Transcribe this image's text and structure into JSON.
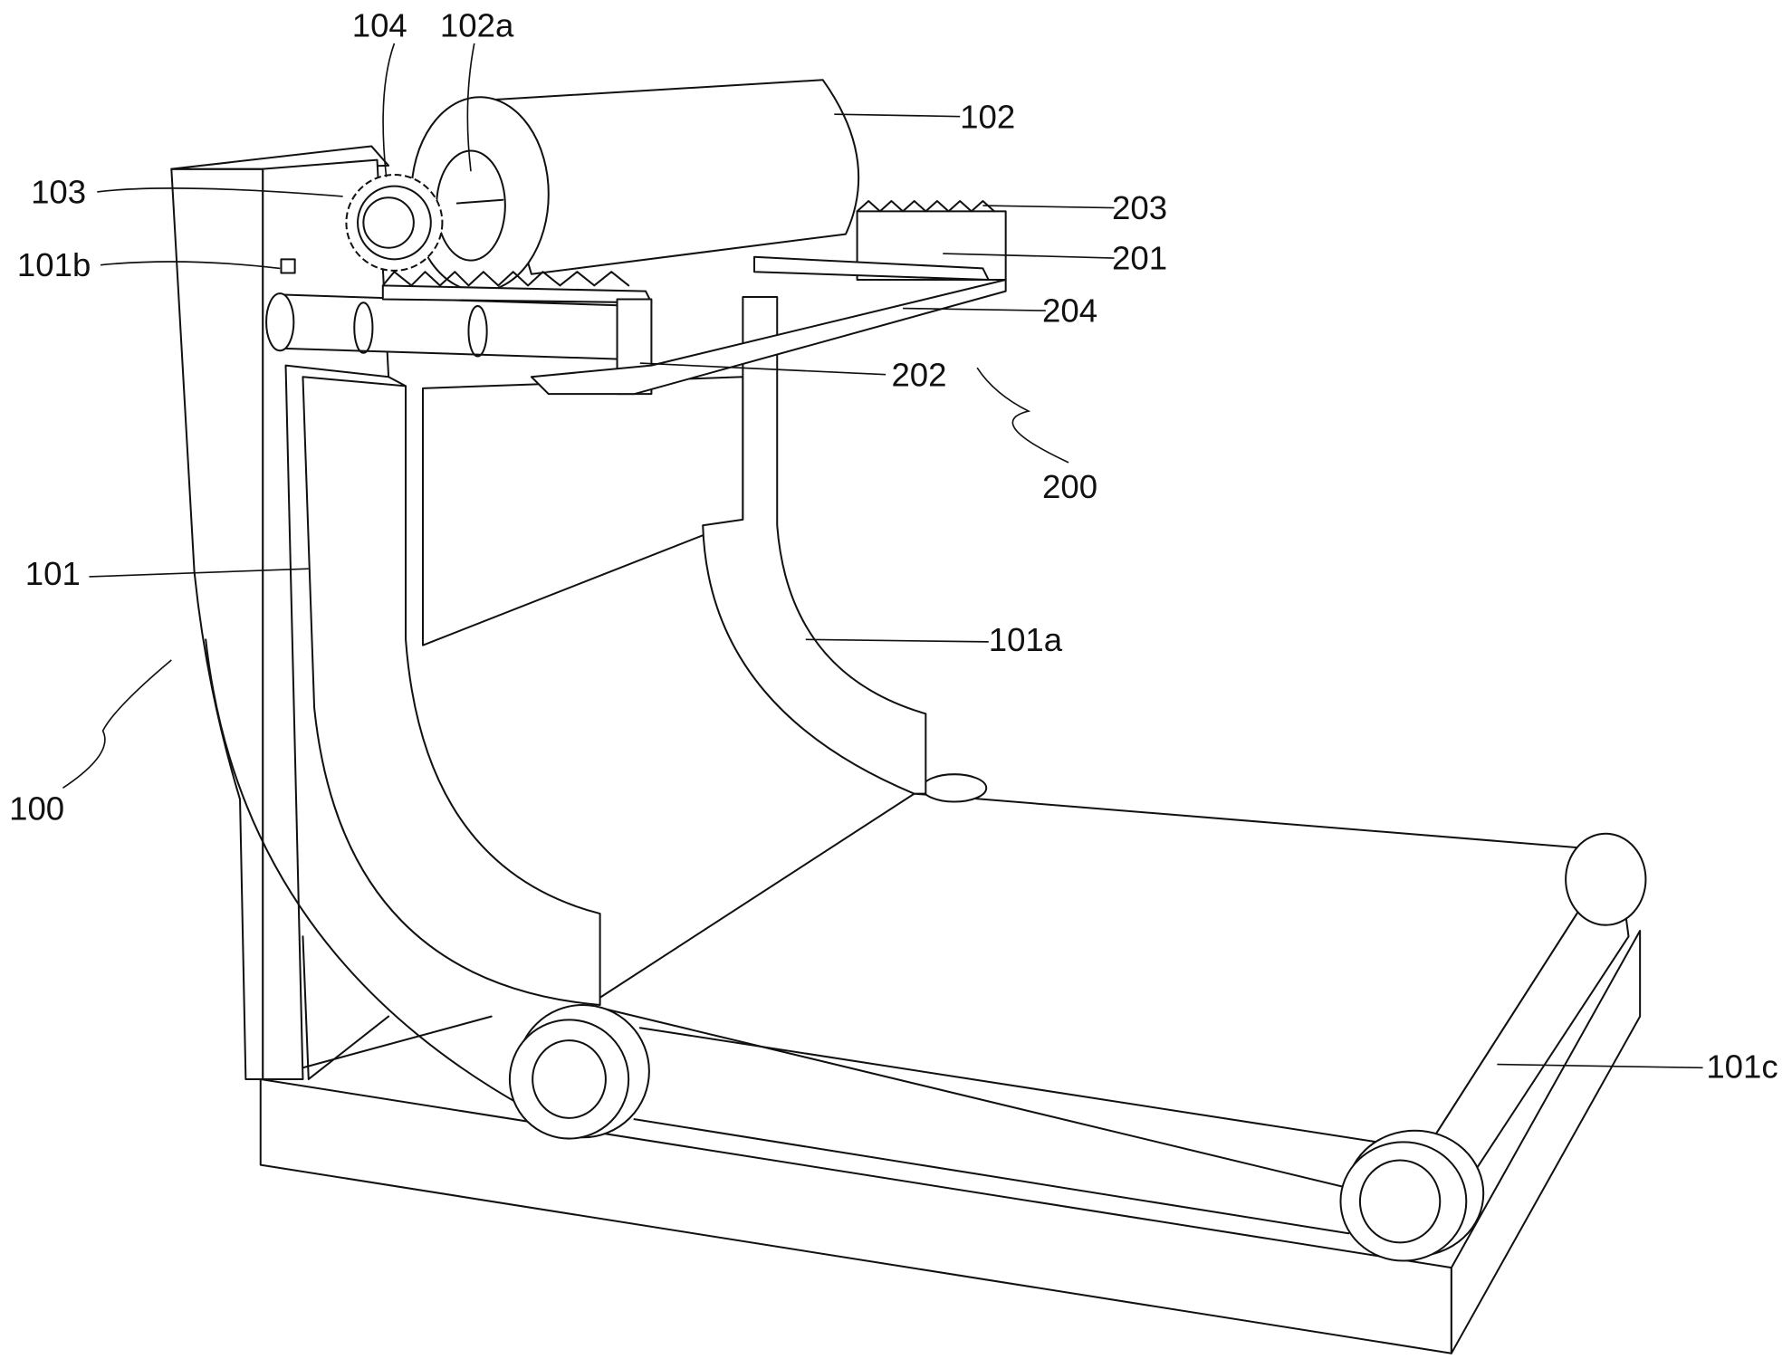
{
  "figure": {
    "labels": {
      "l104": "104",
      "l102a": "102a",
      "l102": "102",
      "l103": "103",
      "l101b": "101b",
      "l203": "203",
      "l201": "201",
      "l204": "204",
      "l202": "202",
      "l200": "200",
      "l101": "101",
      "l101a": "101a",
      "l100": "100",
      "l101c": "101c"
    },
    "colors": {
      "line": "#111111",
      "background": "#ffffff"
    }
  }
}
